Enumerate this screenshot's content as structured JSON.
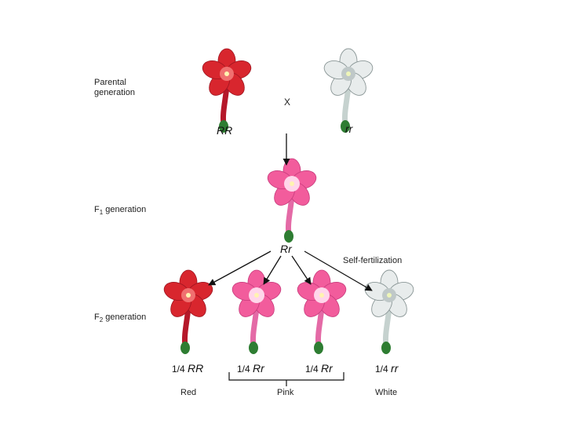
{
  "labels": {
    "parental_line1": "Parental",
    "parental_line2": "generation",
    "f1_prefix": "F",
    "f1_sub": "1",
    "f1_suffix": " generation",
    "f2_prefix": "F",
    "f2_sub": "2",
    "f2_suffix": " generation",
    "cross": "X",
    "self_fertilization": "Self-fertilization"
  },
  "parents": [
    {
      "genotype": "RR",
      "color": "red"
    },
    {
      "genotype": "rr",
      "color": "white"
    }
  ],
  "f1": {
    "genotype": "Rr",
    "color": "pink"
  },
  "f2": [
    {
      "fraction": "1/4",
      "genotype": "RR",
      "color": "red"
    },
    {
      "fraction": "1/4",
      "genotype": "Rr",
      "color": "pink"
    },
    {
      "fraction": "1/4",
      "genotype": "Rr",
      "color": "pink"
    },
    {
      "fraction": "1/4",
      "genotype": "rr",
      "color": "white"
    }
  ],
  "phenotypes": {
    "red": "Red",
    "pink": "Pink",
    "white": "White"
  },
  "colors": {
    "red_petal": "#d8262e",
    "red_center": "#f07070",
    "pink_petal": "#f25c9c",
    "pink_center": "#ffd6ea",
    "white_petal": "#e8ecec",
    "white_center": "#bfc8c8",
    "stem_red": "#b5182a",
    "stem_pink": "#e46aa6",
    "stem_white": "#c6d2cf",
    "calyx": "#2e7d32"
  }
}
